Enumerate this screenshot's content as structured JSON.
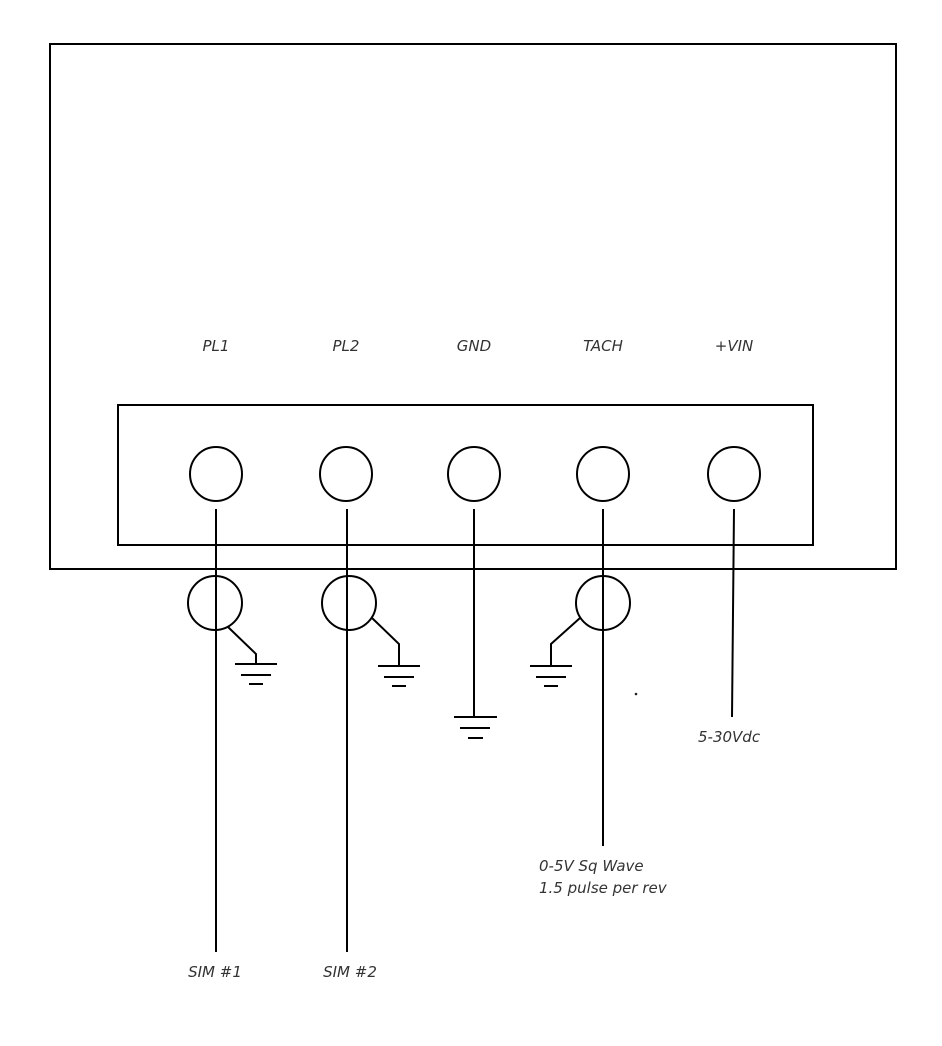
{
  "diagram": {
    "type": "wiring-diagram",
    "terminals": [
      {
        "id": "pl1",
        "label": "PL1"
      },
      {
        "id": "pl2",
        "label": "PL2"
      },
      {
        "id": "gnd",
        "label": "GND"
      },
      {
        "id": "tach",
        "label": "TACH"
      },
      {
        "id": "vin",
        "label": "+VIN"
      }
    ],
    "connections": {
      "pl1": {
        "end_label": "SIM #1",
        "has_sensor": true,
        "has_ground": true
      },
      "pl2": {
        "end_label": "SIM #2",
        "has_sensor": true,
        "has_ground": true
      },
      "gnd": {
        "end_label": "",
        "has_sensor": false,
        "has_ground": true
      },
      "tach": {
        "end_label_lines": [
          "0-5V Sq Wave",
          "1.5 pulse per rev"
        ],
        "has_sensor": true,
        "has_ground": true
      },
      "vin": {
        "end_label": "5-30Vdc",
        "has_sensor": false,
        "has_ground": false
      }
    }
  }
}
